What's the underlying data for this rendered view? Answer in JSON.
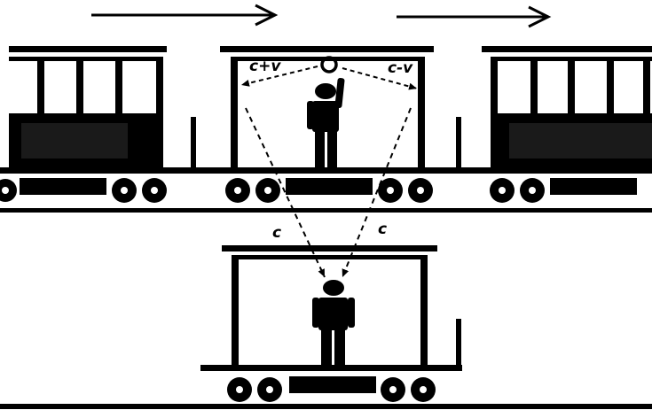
{
  "labels": {
    "left_speed": "c+v",
    "right_speed": "c-v",
    "left_ray": "c",
    "right_ray": "c"
  },
  "colors": {
    "ink": "#000000",
    "background": "#ffffff"
  }
}
